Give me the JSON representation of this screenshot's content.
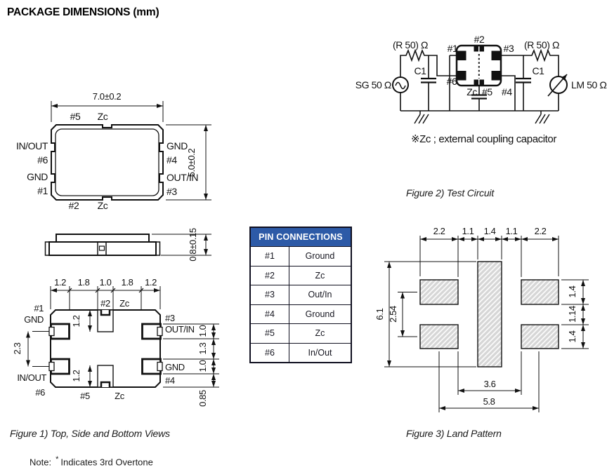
{
  "title": "PACKAGE DIMENSIONS (mm)",
  "colors": {
    "table_header_bg": "#2d5aa7",
    "line": "#111111",
    "hatch_fill": "#d6d6d6"
  },
  "figure1": {
    "caption": "Figure 1)  Top, Side  and Bottom Views",
    "top_view": {
      "width_dim": "7.0±0.2",
      "height_dim": "5.0±0.2",
      "top_labels": [
        "#5",
        "Zc"
      ],
      "left_labels": [
        "IN/OUT",
        "#6",
        "GND",
        "#1"
      ],
      "right_labels": [
        "GND",
        "#4",
        "OUT/IN",
        "#3"
      ],
      "bottom_labels": [
        "#2",
        "Zc"
      ]
    },
    "side_view": {
      "height_dim": "0.8±0.15"
    },
    "bottom_view": {
      "top_dims": [
        "1.2",
        "1.8",
        "1.0",
        "1.8",
        "1.2"
      ],
      "notch_dim_top": "1.2",
      "notch_dim_bottom": "1.2",
      "left_dim": "2.3",
      "right_dims": [
        "1.0",
        "1.3",
        "1.0"
      ],
      "edge_dim": "0.85",
      "labels": {
        "p1": "#1",
        "p1_name": "GND",
        "p2": "#2",
        "p2_name": "Zc",
        "p3": "#3",
        "p3_name": "OUT/IN",
        "p4": "#4",
        "p4_name": "GND",
        "p5": "#5",
        "p5_name": "Zc",
        "p6": "#6",
        "p6_name": "IN/OUT"
      }
    }
  },
  "pin_table": {
    "header": "PIN CONNECTIONS",
    "rows": [
      {
        "pin": "#1",
        "connection": "Ground"
      },
      {
        "pin": "#2",
        "connection": "Zc"
      },
      {
        "pin": "#3",
        "connection": "Out/In"
      },
      {
        "pin": "#4",
        "connection": "Ground"
      },
      {
        "pin": "#5",
        "connection": "Zc"
      },
      {
        "pin": "#6",
        "connection": "In/Out"
      }
    ]
  },
  "figure2": {
    "caption": "Figure 2) Test Circuit",
    "source_label": "SG 50 Ω",
    "meter_label": "LM 50 Ω",
    "resistor_left": "(R 50) Ω",
    "resistor_right": "(R 50) Ω",
    "cap_left": "C1",
    "cap_right": "C1",
    "zc_label": "Zc",
    "pins": [
      "#1",
      "#2",
      "#3",
      "#4",
      "#5",
      "#6"
    ],
    "note": "※Zc ; external coupling capacitor"
  },
  "figure3": {
    "caption": "Figure 3) Land Pattern",
    "top_dims": [
      "2.2",
      "1.1",
      "1.4",
      "1.1",
      "2.2"
    ],
    "left_dims": [
      "6.1",
      "2.54"
    ],
    "right_dims": [
      "1.4",
      "1.14",
      "1.4"
    ],
    "bottom_dims": [
      "3.6",
      "5.8"
    ]
  },
  "bottom_note": {
    "prefix": "Note:",
    "star": "*",
    "text": "Indicates 3rd Overtone"
  }
}
